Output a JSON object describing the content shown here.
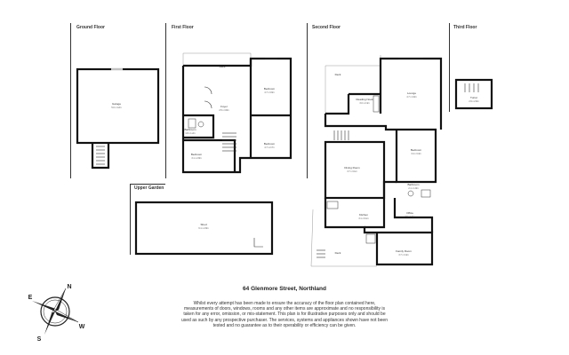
{
  "floors": {
    "ground": "Ground Floor",
    "first": "First Floor",
    "second": "Second Floor",
    "third": "Third  Floor",
    "upper_garden": "Upper Garden"
  },
  "rooms": {
    "garage": {
      "name": "Garage",
      "dim": "5.0 x 4.2m"
    },
    "deck_first": {
      "name": "Deck",
      "dim": ""
    },
    "bedroom1": {
      "name": "Bedroom",
      "dim": "4.7 x 3.9m"
    },
    "foyer": {
      "name": "Foyer",
      "dim": "2.5 x 3.8m"
    },
    "bathroom1": {
      "name": "Bathroom",
      "dim": "1.8 x 1.2m"
    },
    "bedroom2": {
      "name": "Bedroom",
      "dim": "4.7 x 2.7m"
    },
    "bedroom3": {
      "name": "Bedroom",
      "dim": "3.1 x 2.8m"
    },
    "deck_second": {
      "name": "Deck",
      "dim": ""
    },
    "reading_nook": {
      "name": "Reading Nook",
      "dim": "3.0 x 2.4m"
    },
    "lounge": {
      "name": "Lounge",
      "dim": "4.7 x 4.0m"
    },
    "dining": {
      "name": "Dining Room",
      "dim": "3.7 x 3.1m"
    },
    "bedroom4": {
      "name": "Bedroom",
      "dim": "3.4 x 3.4m"
    },
    "bathroom2": {
      "name": "Bathroom",
      "dim": "2.1 x 1.8m"
    },
    "kitchen": {
      "name": "Kitchen",
      "dim": "3.1 x 6.1m"
    },
    "office": {
      "name": "Office",
      "dim": "2.6 x 1.6m"
    },
    "family": {
      "name": "Family Room",
      "dim": "3.7 x 3.4m"
    },
    "deck_lower": {
      "name": "Deck",
      "dim": ""
    },
    "turret": {
      "name": "Turret",
      "dim": "2.9 x 2.9m"
    },
    "shed": {
      "name": "Shed",
      "dim": "6.1 x 2.8m"
    }
  },
  "address": "64 Glenmore Street, Northland",
  "disclaimer": [
    "Whilst every attempt has been made to ensure the accuracy of the floor plan contained here,",
    "measurements of doors, windows, rooms and any other items are approximate and no responsibility is",
    "taken for any error, omission, or mis-statement. This plan is for illustrative purposes only and should be",
    "used as such by any prospective purchaser. The services, systems and appliances shown have not been",
    "tested and no guarantee as to their operability or efficiency can be given."
  ],
  "compass": {
    "n": "N",
    "s": "S",
    "e": "E",
    "w": "W"
  }
}
